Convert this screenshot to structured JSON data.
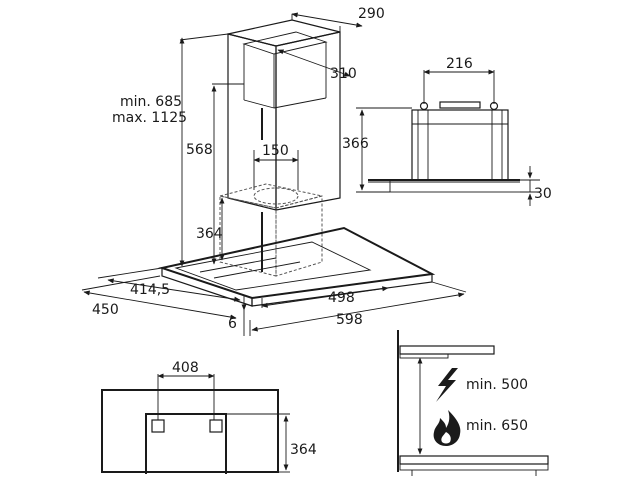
{
  "labels": {
    "d290": "290",
    "d310": "310",
    "d_min685": "min. 685",
    "d_max1125": "max. 1125",
    "d568": "568",
    "d150": "150",
    "d364_main": "364",
    "d414": "414,5",
    "d450": "450",
    "d498": "498",
    "d598": "598",
    "d6": "6",
    "d216": "216",
    "d366": "366",
    "d30": "30",
    "d408": "408",
    "d364_bottom": "364",
    "min500": "min. 500",
    "min650": "min. 650"
  },
  "icons": {
    "electric": "lightning-bolt-icon",
    "gas": "flame-icon"
  }
}
